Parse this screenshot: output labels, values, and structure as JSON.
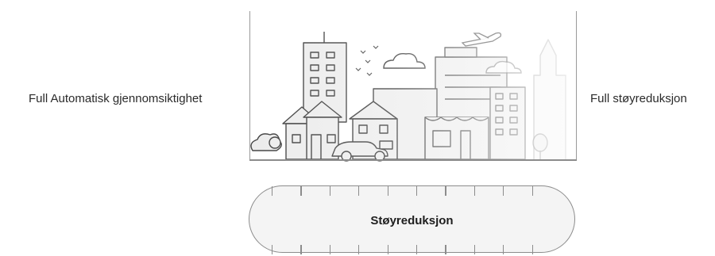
{
  "left_label": "Full Automatisk gjennomsiktighet",
  "right_label": "Full støyreduksjon",
  "slider": {
    "label": "Støyreduksjon",
    "tick_count": 10
  },
  "colors": {
    "line": "#8c8c8c",
    "pill_fill": "#f4f4f4",
    "illustration_stroke": "#555555"
  }
}
